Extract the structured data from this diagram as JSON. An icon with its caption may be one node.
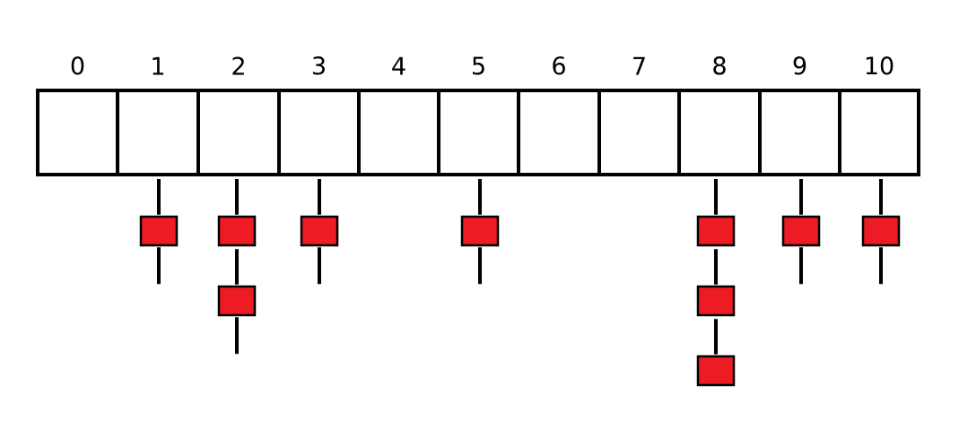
{
  "diagram": {
    "nodes": [
      {
        "text": [
          "0"
        ]
      },
      {
        "text": [
          "1"
        ]
      },
      {
        "text": [
          "2"
        ]
      },
      {
        "text": [
          "3"
        ]
      },
      {
        "text": [
          "4"
        ]
      },
      {
        "text": [
          "5"
        ]
      },
      {
        "text": [
          "6"
        ]
      },
      {
        "text": [
          "7"
        ]
      },
      {
        "text": [
          "8"
        ]
      },
      {
        "text": [
          "9"
        ]
      },
      {
        "text": [
          "10"
        ]
      },
      {
        "text": [],
        "shape": "box"
      },
      {
        "text": [],
        "shape": "box"
      },
      {
        "text": [],
        "shape": "box"
      },
      {
        "text": [],
        "shape": "box"
      },
      {
        "text": [],
        "shape": "box"
      },
      {
        "text": [],
        "shape": "box"
      },
      {
        "text": [],
        "shape": "box"
      },
      {
        "text": [],
        "shape": "box"
      },
      {
        "text": [],
        "shape": "box"
      },
      {
        "text": [],
        "shape": "box"
      }
    ],
    "edges": [
      {
        "from": 1,
        "to": 11,
        "arrow": "none"
      },
      {
        "from": 11,
        "to": null,
        "arrow": "none"
      },
      {
        "from": 2,
        "to": 12,
        "arrow": "none"
      },
      {
        "from": 12,
        "to": 13,
        "arrow": "none"
      },
      {
        "from": 13,
        "to": null,
        "arrow": "none"
      },
      {
        "from": 3,
        "to": 14,
        "arrow": "none"
      },
      {
        "from": 14,
        "to": null,
        "arrow": "none"
      },
      {
        "from": 5,
        "to": 15,
        "arrow": "none"
      },
      {
        "from": 15,
        "to": null,
        "arrow": "none"
      },
      {
        "from": 8,
        "to": 16,
        "arrow": "none"
      },
      {
        "from": 16,
        "to": 17,
        "arrow": "none"
      },
      {
        "from": 17,
        "to": 18,
        "arrow": "none"
      },
      {
        "from": 9,
        "to": 19,
        "arrow": "none"
      },
      {
        "from": 19,
        "to": null,
        "arrow": "none"
      },
      {
        "from": 10,
        "to": 20,
        "arrow": "none"
      },
      {
        "from": 20,
        "to": null,
        "arrow": "none"
      }
    ]
  }
}
